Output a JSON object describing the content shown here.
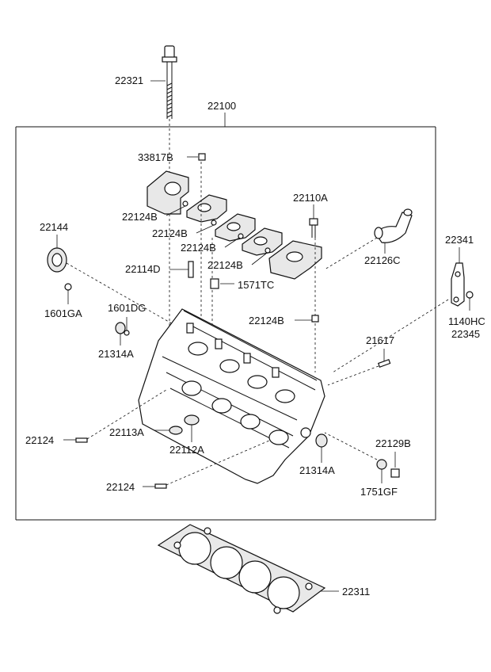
{
  "callouts": {
    "c22321": "22321",
    "c22100": "22100",
    "c33817B": "33817B",
    "c22110A": "22110A",
    "c22124B_1": "22124B",
    "c22124B_2": "22124B",
    "c22124B_3": "22124B",
    "c22124B_4": "22124B",
    "c22124B_5": "22124B",
    "c22144": "22144",
    "c22126C": "22126C",
    "c22341": "22341",
    "c22114D": "22114D",
    "c1571TC": "1571TC",
    "c1601GA": "1601GA",
    "c1601DG": "1601DG",
    "c1140HC": "1140HC",
    "c22345": "22345",
    "c21314A_1": "21314A",
    "c21314A_2": "21314A",
    "c21617": "21617",
    "c22124_1": "22124",
    "c22124_2": "22124",
    "c22113A": "22113A",
    "c22112A": "22112A",
    "c22129B": "22129B",
    "c1751GF": "1751GF",
    "c22311": "22311"
  }
}
